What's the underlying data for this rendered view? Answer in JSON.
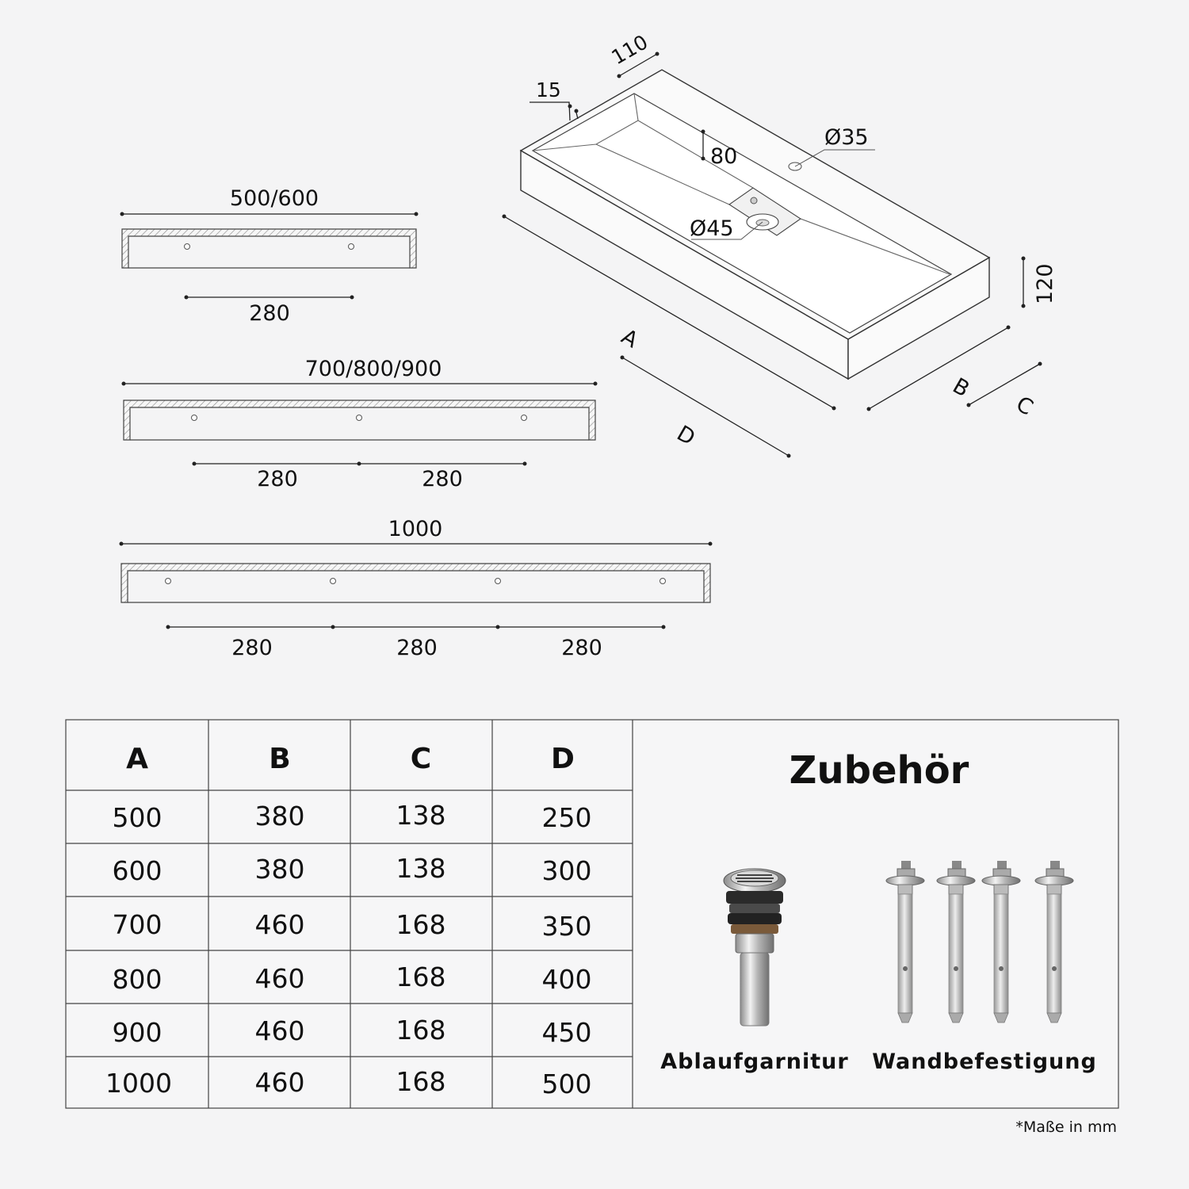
{
  "top_view": {
    "d110": "110",
    "d15": "15",
    "d35": "Ø35",
    "d80": "80",
    "d45": "Ø45",
    "d120": "120",
    "letter_a": "A",
    "letter_b": "B",
    "letter_c": "C",
    "letter_d": "D"
  },
  "brackets": [
    {
      "width": "500/600",
      "spacings": [
        "280"
      ]
    },
    {
      "width": "700/800/900",
      "spacings": [
        "280",
        "280"
      ]
    },
    {
      "width": "1000",
      "spacings": [
        "280",
        "280",
        "280"
      ]
    }
  ],
  "table": {
    "headers": [
      "A",
      "B",
      "C",
      "D"
    ],
    "rows": [
      [
        "500",
        "380",
        "138",
        "250"
      ],
      [
        "600",
        "380",
        "138",
        "300"
      ],
      [
        "700",
        "460",
        "168",
        "350"
      ],
      [
        "800",
        "460",
        "168",
        "400"
      ],
      [
        "900",
        "460",
        "168",
        "450"
      ],
      [
        "1000",
        "460",
        "168",
        "500"
      ]
    ]
  },
  "accessories": {
    "title": "Zubehör",
    "items": [
      {
        "icon": "drain-valve-icon",
        "label": "Ablaufgarnitur"
      },
      {
        "icon": "wall-bolt-icon",
        "label": "Wandbefestigung"
      }
    ]
  },
  "footnote": "*Maße in mm"
}
